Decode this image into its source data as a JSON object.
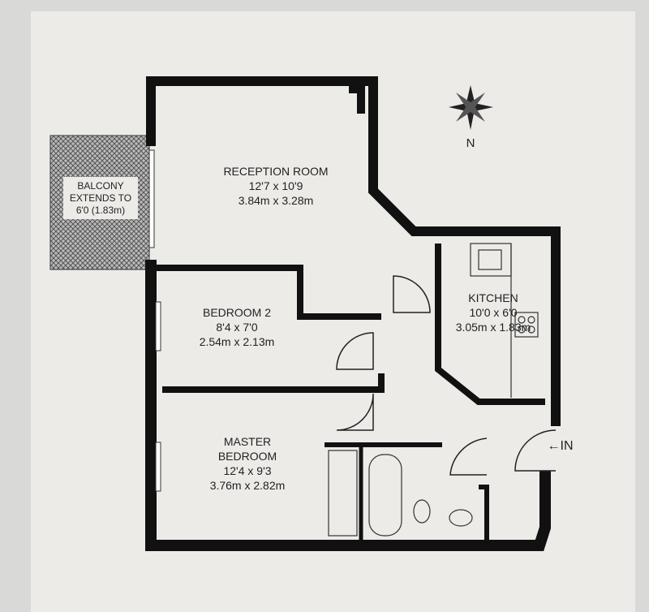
{
  "compass": {
    "label": "N"
  },
  "rooms": {
    "reception": {
      "name": "RECEPTION ROOM",
      "imperial": "12'7 x 10'9",
      "metric": "3.84m x 3.28m"
    },
    "balcony": {
      "line1": "BALCONY",
      "line2": "EXTENDS TO",
      "line3": "6'0 (1.83m)"
    },
    "kitchen": {
      "name": "KITCHEN",
      "imperial": "10'0 x 6'0",
      "metric": "3.05m x 1.83m"
    },
    "bedroom2": {
      "name": "BEDROOM 2",
      "imperial": "8'4 x 7'0",
      "metric": "2.54m x 2.13m"
    },
    "master": {
      "name1": "MASTER",
      "name2": "BEDROOM",
      "imperial": "12'4 x 9'3",
      "metric": "3.76m x 2.82m"
    }
  },
  "entrance": {
    "label": "←IN"
  }
}
